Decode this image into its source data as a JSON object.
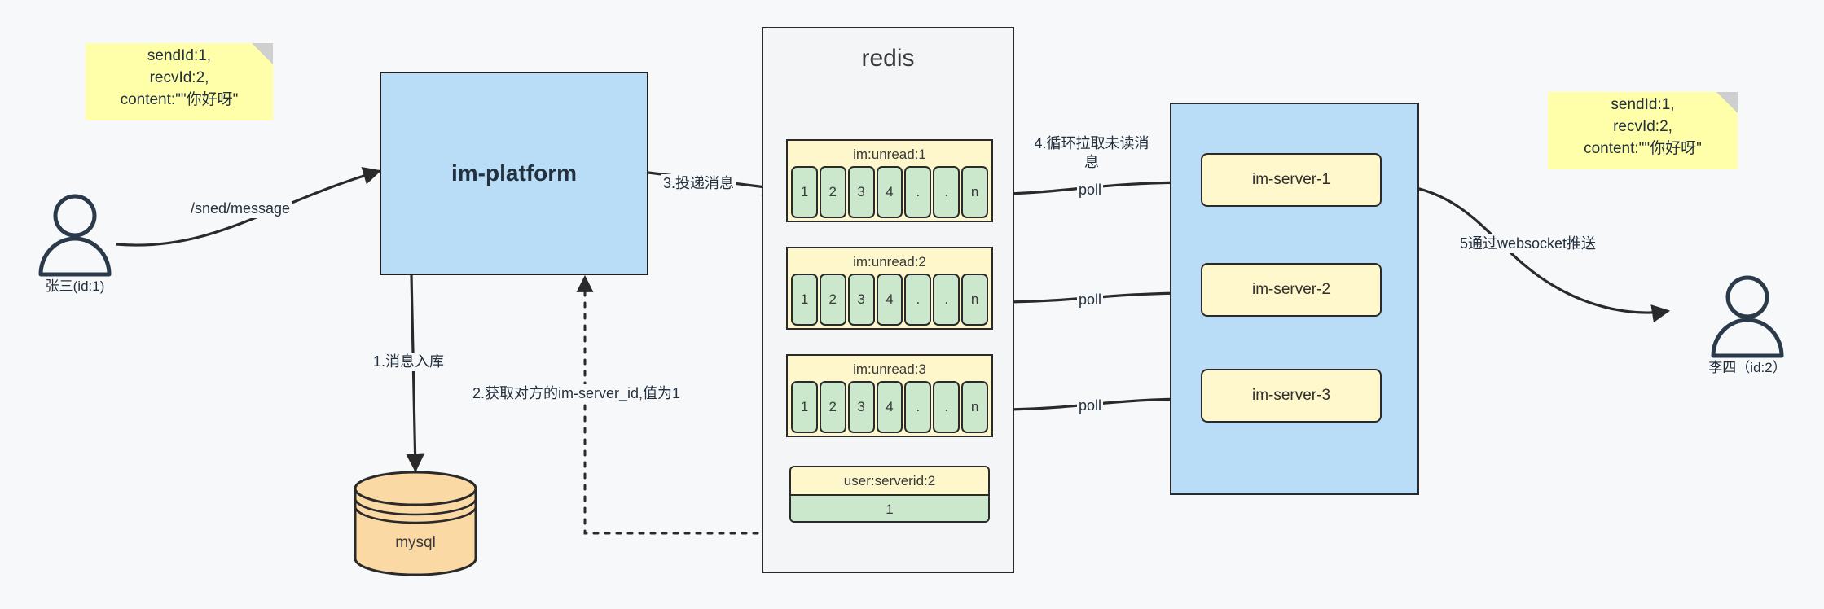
{
  "diagram": {
    "title": "IM message delivery architecture",
    "colors": {
      "background": "#f7f8fa",
      "note_yellow": "#ffffaa",
      "process_blue": "#b9dcf7",
      "queue_yellow": "#fff7cc",
      "cell_green": "#cbe7cc",
      "db_orange": "#fbd9a5",
      "stroke": "#2a2a2a",
      "text": "#23303d"
    }
  },
  "notes": {
    "left": "sendId:1,\nrecvId:2,\ncontent:\"\"你好呀\"",
    "right": "sendId:1,\nrecvId:2,\ncontent:\"\"你好呀\""
  },
  "actors": {
    "sender": {
      "label": "张三(id:1)",
      "icon": "person-icon"
    },
    "receiver": {
      "label": "李四（id:2）",
      "icon": "person-icon"
    }
  },
  "platform": {
    "label": "im-platform"
  },
  "database": {
    "label": "mysql",
    "icon": "database-cylinder-icon"
  },
  "redis": {
    "title": "redis",
    "queues": [
      {
        "key": "im:unread:1",
        "cells": [
          "1",
          "2",
          "3",
          "4",
          ".",
          ".",
          "n"
        ]
      },
      {
        "key": "im:unread:2",
        "cells": [
          "1",
          "2",
          "3",
          "4",
          ".",
          ".",
          "n"
        ]
      },
      {
        "key": "im:unread:3",
        "cells": [
          "1",
          "2",
          "3",
          "4",
          ".",
          ".",
          "n"
        ]
      }
    ],
    "kv": {
      "key": "user:serverid:2",
      "value": "1"
    }
  },
  "cluster": {
    "servers": [
      {
        "label": "im-server-1"
      },
      {
        "label": "im-server-2"
      },
      {
        "label": "im-server-3"
      }
    ]
  },
  "edges": {
    "send_message": "/sned/message",
    "step1": "1.消息入库",
    "step2": "2.获取对方的im-server_id,值为1",
    "step3": "3.投递消息",
    "step4": "4.循环拉取未读消\n息",
    "poll1": "poll",
    "poll2": "poll",
    "poll3": "poll",
    "step5": "5通过websocket推送"
  }
}
